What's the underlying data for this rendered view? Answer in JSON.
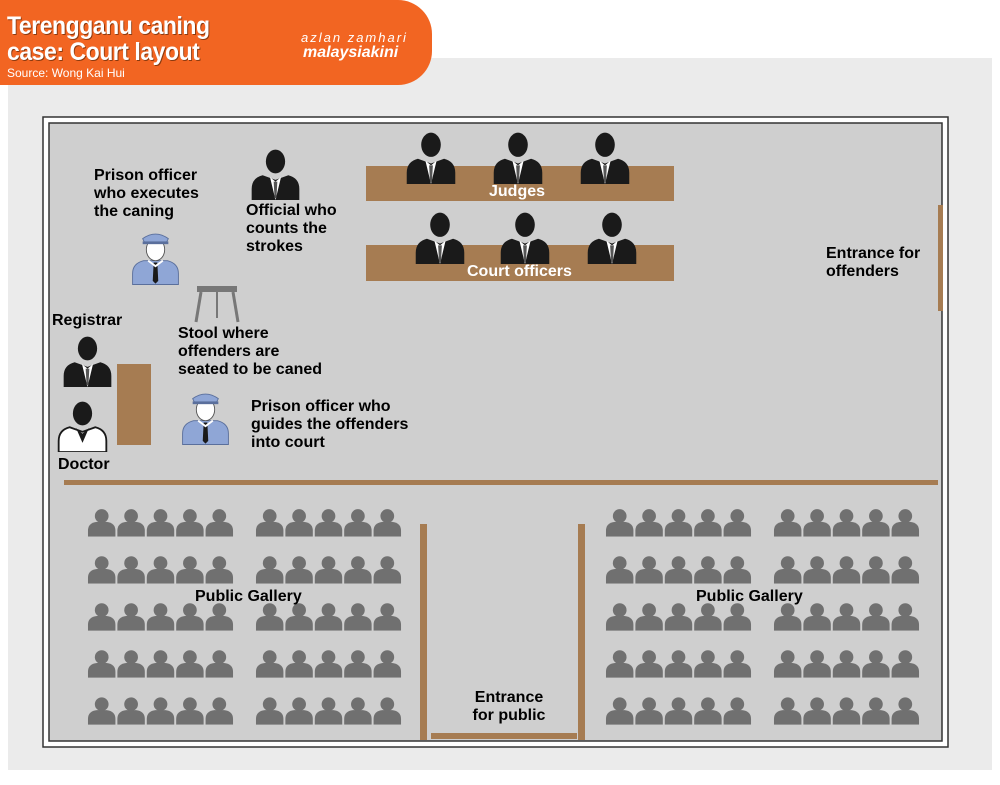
{
  "header": {
    "title_line1": "Terengganu caning",
    "title_line2": "case: Court layout",
    "source": "Source: Wong Kai Hui",
    "credit": "azlan zamhari",
    "brand": "malaysiakini"
  },
  "labels": {
    "prison_officer_caning": [
      "Prison officer",
      "who executes",
      "the caning"
    ],
    "official_counts": [
      "Official who",
      "counts the",
      "strokes"
    ],
    "judges": "Judges",
    "court_officers": "Court officers",
    "entrance_offenders": [
      "Entrance for",
      "offenders"
    ],
    "registrar": "Registrar",
    "stool": [
      "Stool where",
      "offenders are",
      "seated to be caned"
    ],
    "prison_officer_guides": [
      "Prison officer who",
      "guides the offenders",
      "into court"
    ],
    "doctor": "Doctor",
    "public_gallery_left": "Public Gallery",
    "public_gallery_right": "Public Gallery",
    "entrance_public": [
      "Entrance",
      "for public"
    ]
  },
  "colors": {
    "banner": "#f26522",
    "floor": "#cfcfcf",
    "wood": "#a67c52",
    "figure": "#1a1a1a",
    "gallery_figure": "#707070",
    "officer_blue": "#8fa6d6"
  }
}
